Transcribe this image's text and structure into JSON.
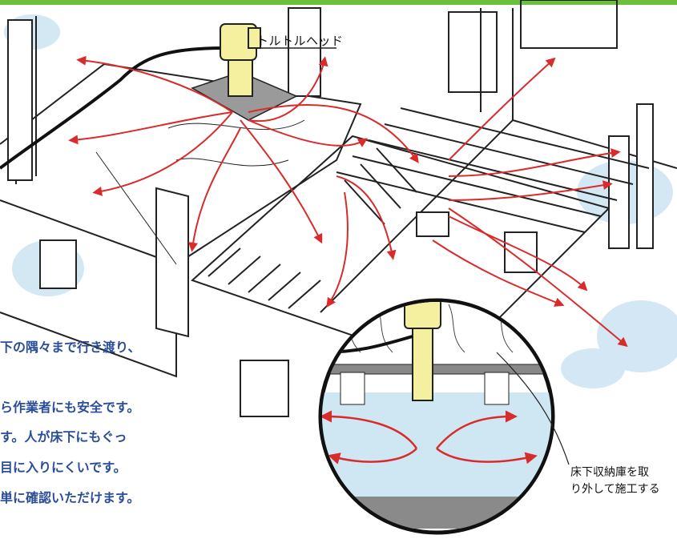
{
  "accent_colors": {
    "frame": "#6cbf3a",
    "arrow": "#d92b2b",
    "text_blue": "#2a4d9a",
    "machine": "#f5f0a0",
    "moisture": "#cfe6f3"
  },
  "machine_label": "トルトルヘッド",
  "inset_note": [
    "床下収納庫を取",
    "り外して施工する"
  ],
  "description_lines": [
    "下の隅々まで行き渡り、",
    "ら作業者にも安全です。",
    "す。人が床下にもぐっ",
    "目に入りにくいです。",
    "単に確認いただけます。"
  ]
}
